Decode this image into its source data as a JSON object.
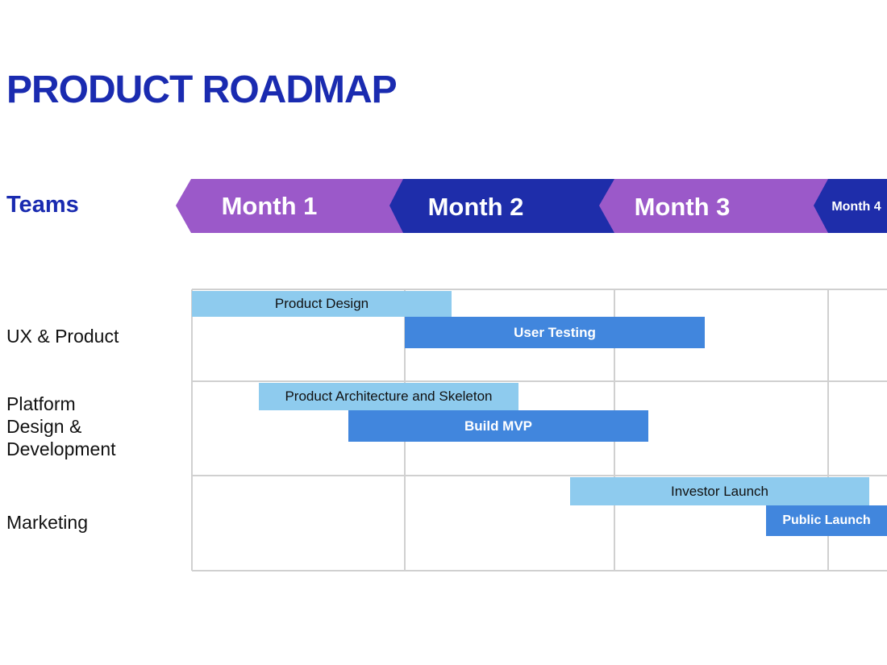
{
  "title": "PRODUCT ROADMAP",
  "teams_header": "Teams",
  "colors": {
    "title": "#1a2bb0",
    "month_purple": "#9b59c9",
    "month_navy": "#1e2daa",
    "bar_light": "#8ecbee",
    "bar_dark": "#4186dd",
    "grid": "#d0d0d0"
  },
  "months": [
    "Month 1",
    "Month 2",
    "Month 3",
    "Month 4"
  ],
  "teams": [
    {
      "label": "UX & Product"
    },
    {
      "label": "Platform\nDesign &\nDevelopment"
    },
    {
      "label": "Marketing"
    }
  ],
  "tasks": [
    {
      "label": "Product Design",
      "team": "UX & Product",
      "style": "light"
    },
    {
      "label": "User Testing",
      "team": "UX & Product",
      "style": "dark"
    },
    {
      "label": "Product Architecture and Skeleton",
      "team": "Platform Design & Development",
      "style": "light"
    },
    {
      "label": "Build MVP",
      "team": "Platform Design & Development",
      "style": "dark"
    },
    {
      "label": "Investor Launch",
      "team": "Marketing",
      "style": "light"
    },
    {
      "label": "Public Launch",
      "team": "Marketing",
      "style": "dark"
    }
  ]
}
